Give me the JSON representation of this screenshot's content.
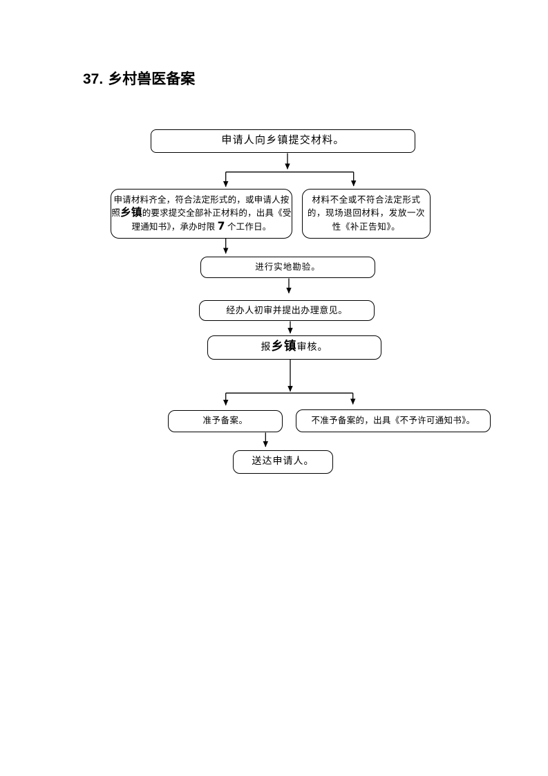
{
  "page": {
    "title_number": "37.",
    "title_text": "乡村兽医备案",
    "background_color": "#ffffff",
    "line_color": "#000000"
  },
  "flowchart": {
    "submit": {
      "text": "申请人向乡镇提交材料。"
    },
    "accept": {
      "line1": "申请材料齐全，符合法定形式的，或申请人按",
      "line2_pre": "照",
      "line2_em": "乡镇",
      "line2_post": "的要求提交全部补正材料的，出具《受",
      "line3_pre": "理通知书》，承办时限 ",
      "line3_em": "7",
      "line3_post": " 个工作日。"
    },
    "reject_materials": {
      "line1": "材料不全或不符合法定形式",
      "line2": "的，现场退回材料，发放一次",
      "line3": "性《补正告知》。"
    },
    "site_survey": {
      "text": "进行实地勘验。"
    },
    "preliminary_review": {
      "text": "经办人初审并提出办理意见。"
    },
    "township_review": {
      "pre": "报",
      "em": "乡镇",
      "post": "审核。"
    },
    "approve": {
      "text": "准予备案。"
    },
    "deny": {
      "text": "不准予备案的，出具《不予许可通知书》。"
    },
    "deliver": {
      "text": "送达申请人。"
    }
  }
}
